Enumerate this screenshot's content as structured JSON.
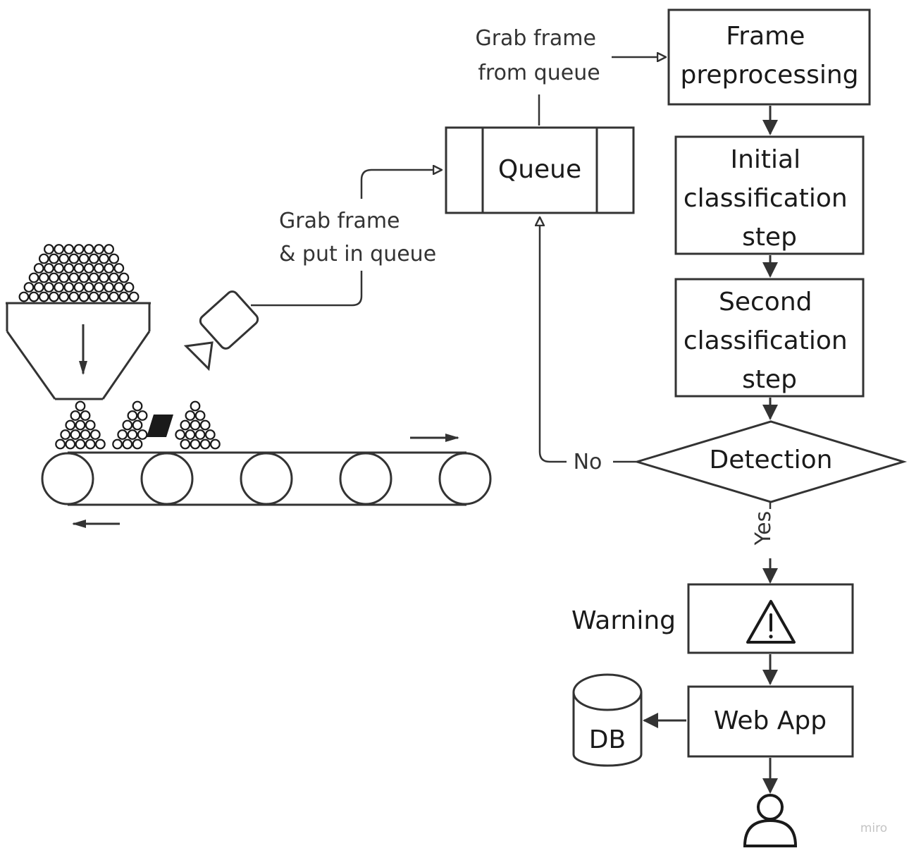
{
  "colors": {
    "stroke": "#333333",
    "text": "#1a1a1a",
    "background": "#ffffff",
    "defect": "#1a1a1a",
    "watermark": "#c4c4c4"
  },
  "nodes": {
    "frame_preprocessing": {
      "lines": [
        "Frame",
        "preprocessing"
      ]
    },
    "queue": {
      "label": "Queue"
    },
    "initial_classification": {
      "lines": [
        "Initial",
        "classification",
        "step"
      ]
    },
    "second_classification": {
      "lines": [
        "Second",
        "classification",
        "step"
      ]
    },
    "detection": {
      "label": "Detection"
    },
    "warning": {
      "label": "Warning",
      "icon": "warning-triangle-icon"
    },
    "web_app": {
      "label": "Web App"
    },
    "db": {
      "label": "DB",
      "icon": "database-cylinder-icon"
    },
    "user": {
      "icon": "user-icon"
    },
    "camera": {
      "icon": "camera-icon"
    }
  },
  "edges": {
    "grab_from_queue": {
      "lines": [
        "Grab frame",
        "from queue"
      ]
    },
    "grab_put_queue": {
      "lines": [
        "Grab frame",
        "& put in queue"
      ]
    },
    "no": {
      "label": "No"
    },
    "yes": {
      "label": "Yes"
    }
  },
  "watermark": "miro"
}
